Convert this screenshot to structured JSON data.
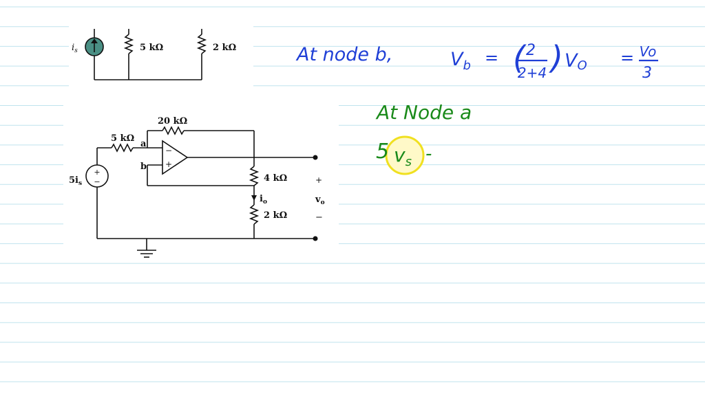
{
  "colors": {
    "rule_line": "#bfe3ee",
    "ink_blue": "#1f3fd6",
    "ink_green": "#1a8a1a",
    "highlight": "#f0e020",
    "source_fill": "#4a8f84"
  },
  "circuit_top": {
    "source_label": "i",
    "source_sub": "s",
    "r1_label": "5 kΩ",
    "r2_label": "2 kΩ"
  },
  "circuit_main": {
    "source_label": "5i",
    "source_sub": "s",
    "r_in_label": "5 kΩ",
    "r_fb_label": "20 kΩ",
    "node_a": "a",
    "node_b": "b",
    "opamp_minus": "−",
    "opamp_plus": "+",
    "src_plus": "+",
    "src_minus": "−",
    "r4_label": "4 kΩ",
    "r2_label": "2 kΩ",
    "io_label": "i",
    "io_sub": "o",
    "vo_label": "v",
    "vo_sub": "o",
    "out_plus": "+",
    "out_minus": "−"
  },
  "notes": {
    "line1_prefix": "At node b,",
    "vb": "V",
    "vb_sub": "b",
    "eq": "=",
    "frac_num": "2",
    "frac_den": "2+4",
    "vo": "V",
    "vo_sub": "O",
    "eq2": "=",
    "frac2_num": "Vo",
    "frac2_den": "3",
    "line2": "At Node a",
    "line3_num": "5",
    "line3_v": "v",
    "line3_sub": "s",
    "line3_dash": "-"
  }
}
